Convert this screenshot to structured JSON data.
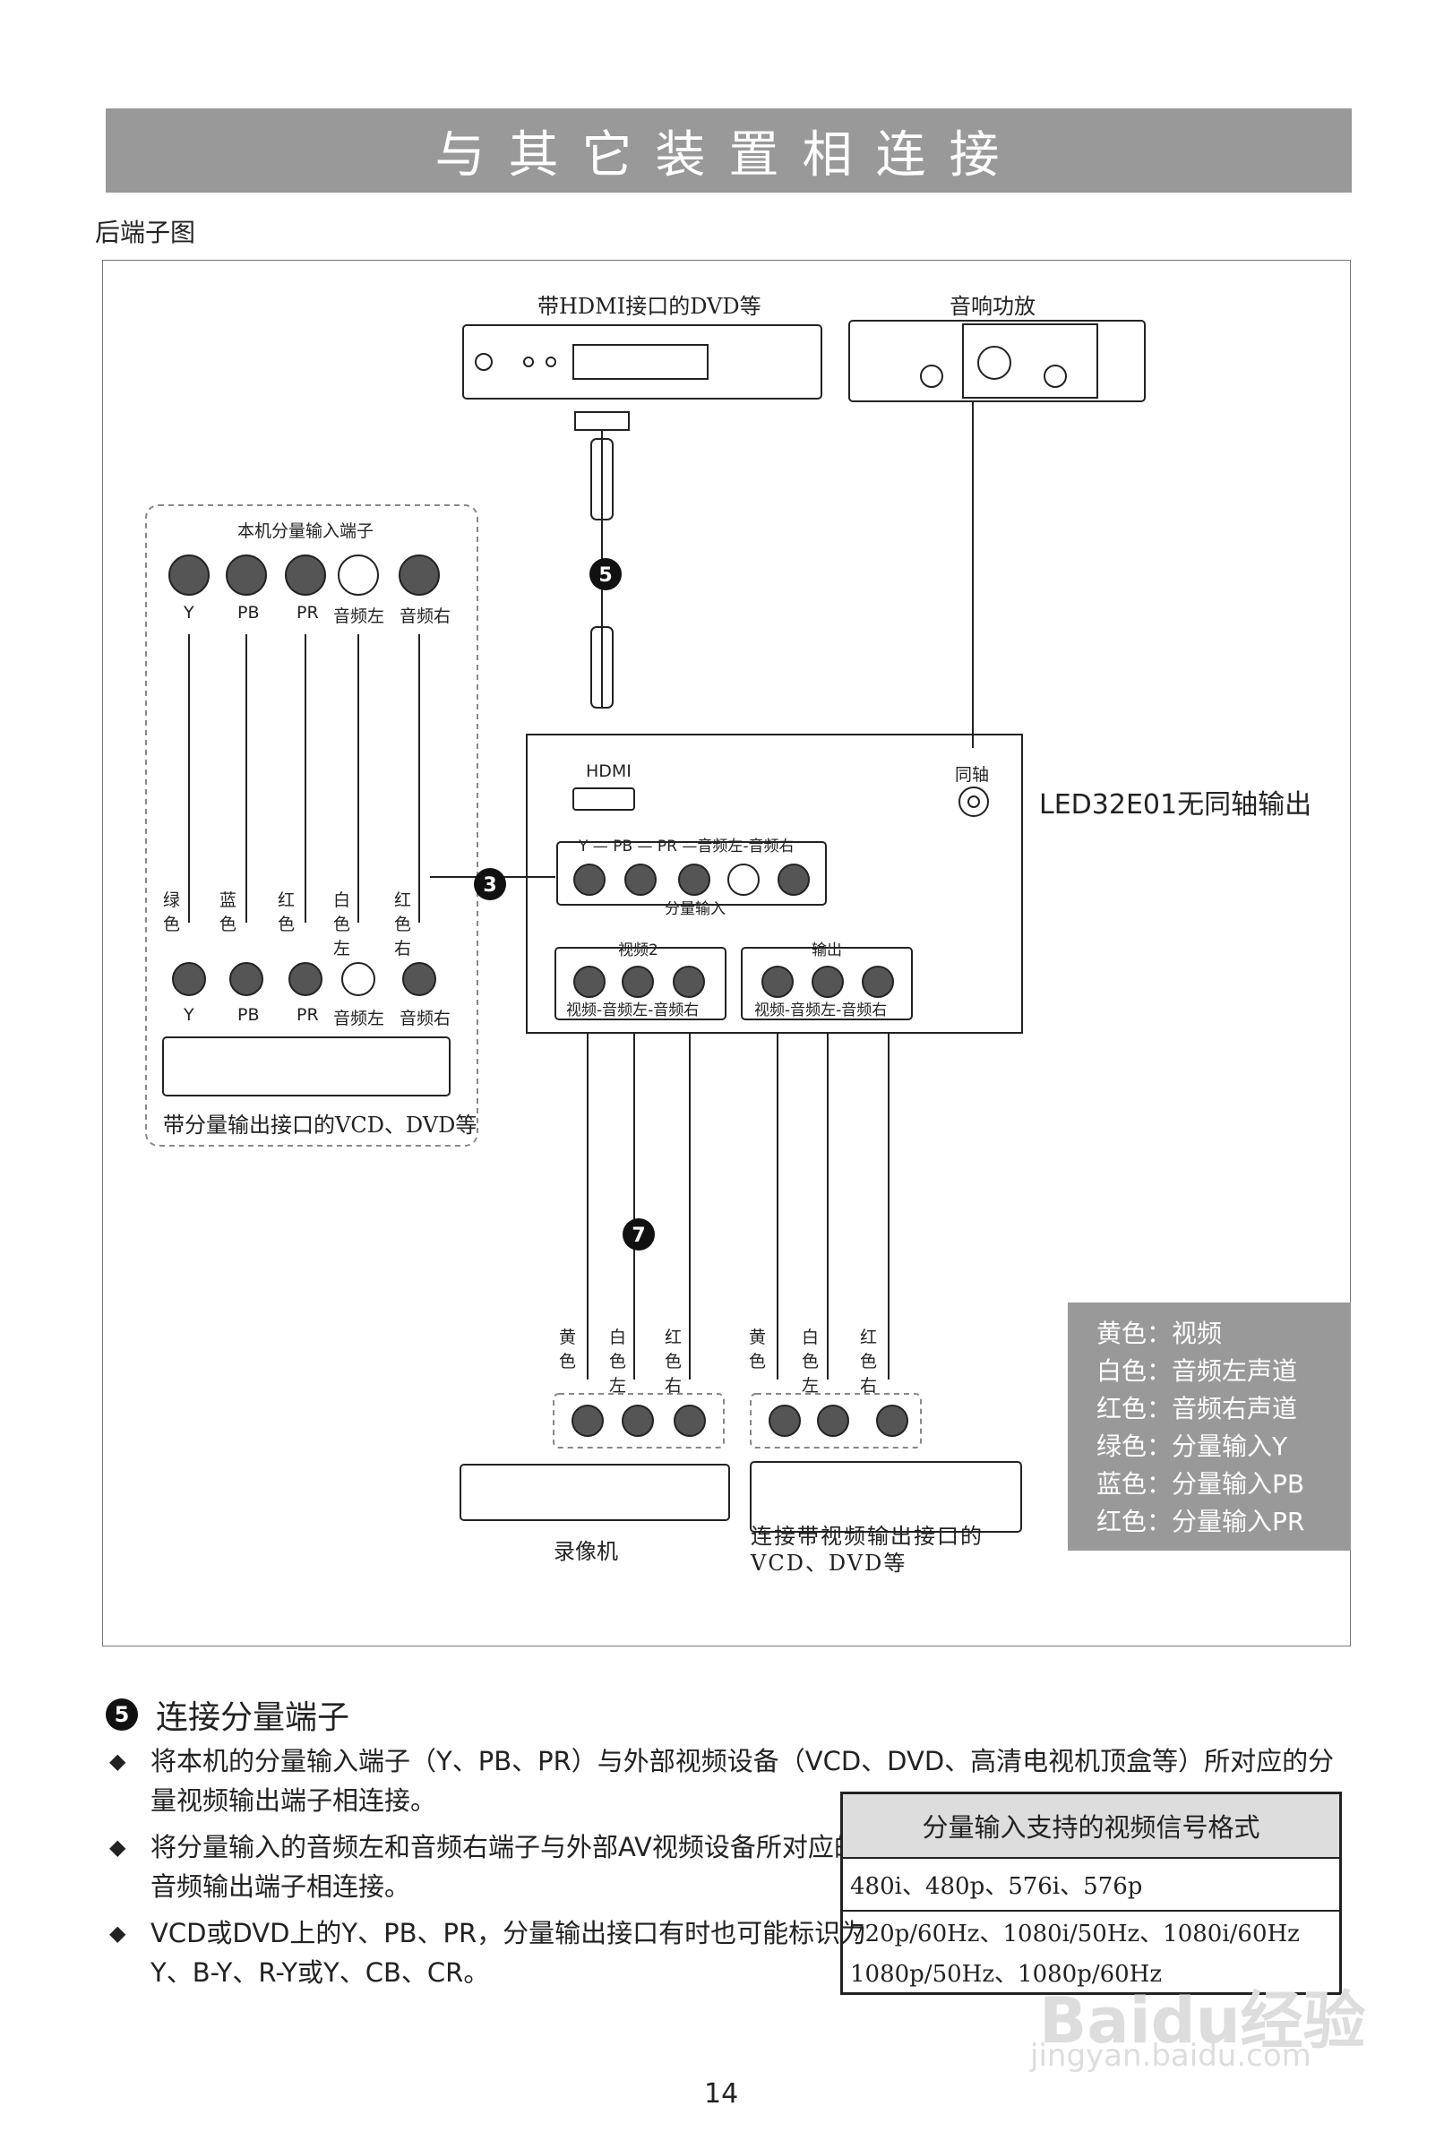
{
  "header": {
    "title": "与其它装置相连接",
    "subtitle": "后端子图"
  },
  "diagram": {
    "dvd_hdmi_label": "带HDMI接口的DVD等",
    "amp_label": "音响功放",
    "component_panel_title": "本机分量输入端子",
    "comp_top_labels": [
      "Y",
      "PB",
      "PR",
      "音频左",
      "音频右"
    ],
    "comp_bottom_labels": [
      "Y",
      "PB",
      "PR",
      "音频左",
      "音频右"
    ],
    "cable_colors_left": [
      "绿色",
      "蓝色",
      "红色",
      "白色左",
      "红色右"
    ],
    "component_source_label": "带分量输出接口的VCD、DVD等",
    "hdmi_port": "HDMI",
    "coax_port": "同轴",
    "model_note": "LED32E01无同轴输出",
    "comp_row_labels": "Y — PB — PR —音频左-音频右",
    "comp_input_label": "分量输入",
    "video2_title": "视频2",
    "video2_ports": "视频-音频左-音频右",
    "output_title": "输出",
    "output_ports": "视频-音频左-音频右",
    "cable_colors_bottom": [
      "黄色",
      "白色左",
      "红色右",
      "黄色",
      "白色左",
      "红色右"
    ],
    "vcr_label": "录像机",
    "vcd_av_label": "连接带视频输出接口的VCD、DVD等",
    "badges": [
      "5",
      "3",
      "7"
    ]
  },
  "legend": [
    "黄色：视频",
    "白色：音频左声道",
    "红色：音频右声道",
    "绿色：分量输入Y",
    "蓝色：分量输入PB",
    "红色：分量输入PR"
  ],
  "section": {
    "badge": "5",
    "heading": "连接分量端子",
    "bullets": [
      "将本机的分量输入端子（Y、PB、PR）与外部视频设备（VCD、DVD、高清电视机顶盒等）所对应的分量视频输出端子相连接。",
      "将分量输入的音频左和音频右端子与外部AV视频设备所对应的音频输出端子相连接。",
      "VCD或DVD上的Y、PB、PR，分量输出接口有时也可能标识为Y、B-Y、R-Y或Y、CB、CR。"
    ]
  },
  "format_table": {
    "title": "分量输入支持的视频信号格式",
    "rows": [
      "480i、480p、576i、576p",
      "720p/60Hz、1080i/50Hz、1080i/60Hz",
      "1080p/50Hz、1080p/60Hz"
    ]
  },
  "page_number": "14",
  "watermark": {
    "main": "Baidu经验",
    "url": "jingyan.baidu.com"
  }
}
